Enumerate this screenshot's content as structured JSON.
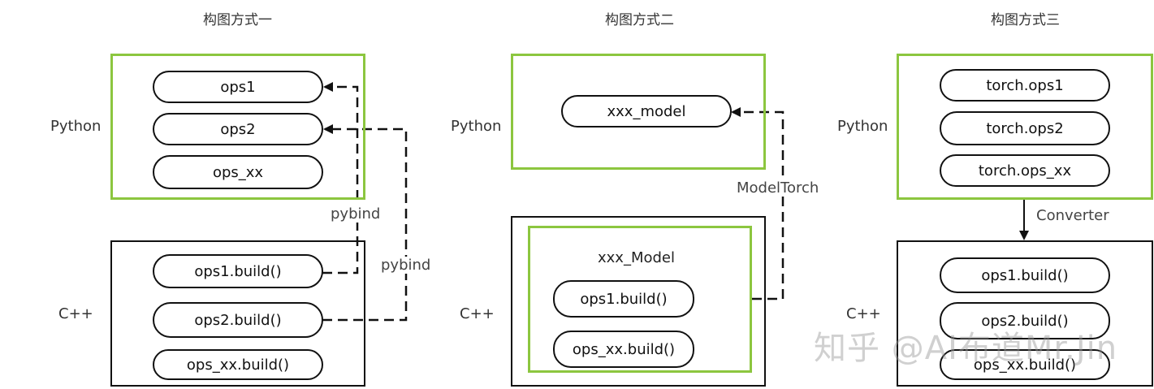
{
  "titles": [
    "构图方式一",
    "构图方式二",
    "构图方式三"
  ],
  "layers": {
    "python": "Python",
    "cpp": "C++"
  },
  "diagram1": {
    "python_ops": [
      "ops1",
      "ops2",
      "ops_xx"
    ],
    "cpp_ops": [
      "ops1.build()",
      "ops2.build()",
      "ops_xx.build()"
    ],
    "edge_labels": [
      "pybind",
      "pybind"
    ]
  },
  "diagram2": {
    "python_model": "xxx_model",
    "cpp_model_title": "xxx_Model",
    "cpp_ops": [
      "ops1.build()",
      "ops_xx.build()"
    ],
    "edge_label": "ModelTorch"
  },
  "diagram3": {
    "python_ops": [
      "torch.ops1",
      "torch.ops2",
      "torch.ops_xx"
    ],
    "cpp_ops": [
      "ops1.build()",
      "ops2.build()",
      "ops_xx.build()"
    ],
    "edge_label": "Converter"
  },
  "watermark": "知乎 @AI布道Mr.Jin",
  "colors": {
    "python_border": "#8cc63f",
    "cpp_border": "#111111"
  }
}
